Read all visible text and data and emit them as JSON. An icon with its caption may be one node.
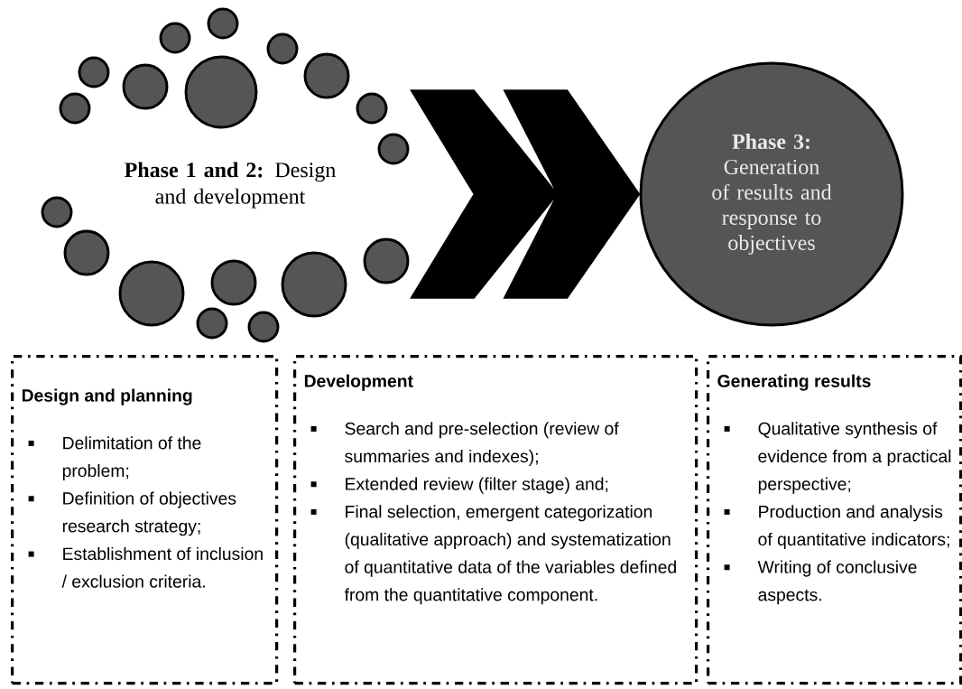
{
  "diagram": {
    "nodes": [
      {
        "text": [
          "**Phase 1 and 2:** Design and development"
        ]
      },
      {
        "text": [
          "**Phase 3:** Generation of results and response to objectives"
        ]
      },
      {
        "text": [
          "Design and planning",
          "Delimitation of the problem;",
          "Definition of objectives research strategy;",
          "Establishment of inclusion / exclusion criteria."
        ]
      },
      {
        "text": [
          "Development",
          "Search and pre-selection (review of summaries and indexes);",
          "Extended review (filter stage) and;",
          "Final selection, emergent categorization (qualitative approach) and systematization of quantitative data of the variables defined from the quantitative component."
        ]
      },
      {
        "text": [
          "Generating results",
          "Qualitative synthesis of evidence from a practical perspective;",
          "Production and analysis of quantitative indicators;",
          "Writing of conclusive aspects."
        ]
      }
    ],
    "edges": [
      {
        "from": 0,
        "to": 1,
        "arrow": "to"
      }
    ]
  }
}
